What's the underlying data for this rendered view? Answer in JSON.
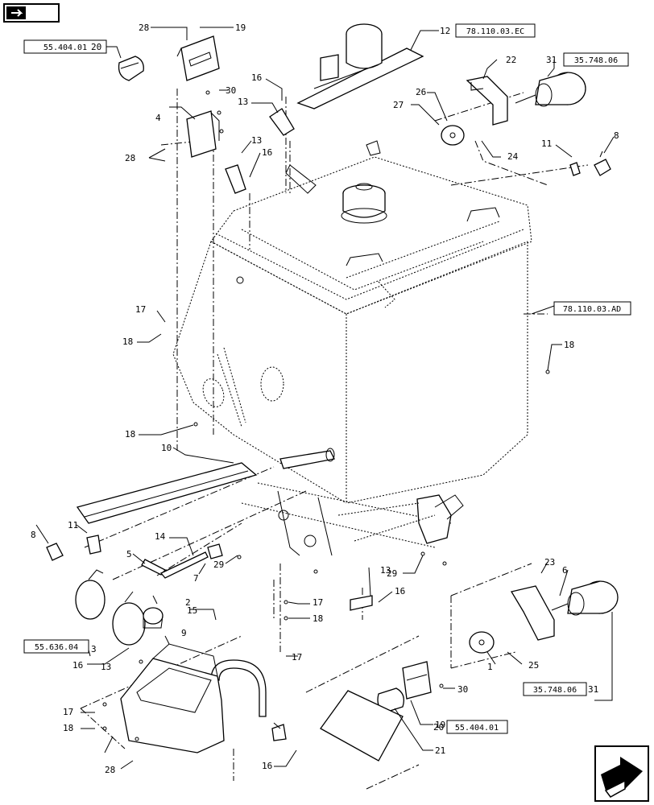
{
  "nav": {
    "top_icon": "book-arrow-icon",
    "bottom_icon": "next-arrow-icon"
  },
  "references": [
    "55.404.01",
    "78.110.03.EC",
    "35.748.06",
    "78.110.03.AD",
    "55.636.04",
    "35.748.06",
    "55.404.01"
  ],
  "callouts": [
    "1",
    "2",
    "3",
    "4",
    "5",
    "6",
    "7",
    "8",
    "8",
    "9",
    "10",
    "11",
    "11",
    "12",
    "13",
    "13",
    "13",
    "13",
    "14",
    "15",
    "16",
    "16",
    "16",
    "16",
    "16",
    "17",
    "17",
    "17",
    "17",
    "18",
    "18",
    "18",
    "18",
    "18",
    "19",
    "19",
    "20",
    "20",
    "21",
    "22",
    "23",
    "24",
    "25",
    "26",
    "27",
    "28",
    "28",
    "28",
    "29",
    "29",
    "30",
    "30",
    "31",
    "31"
  ]
}
